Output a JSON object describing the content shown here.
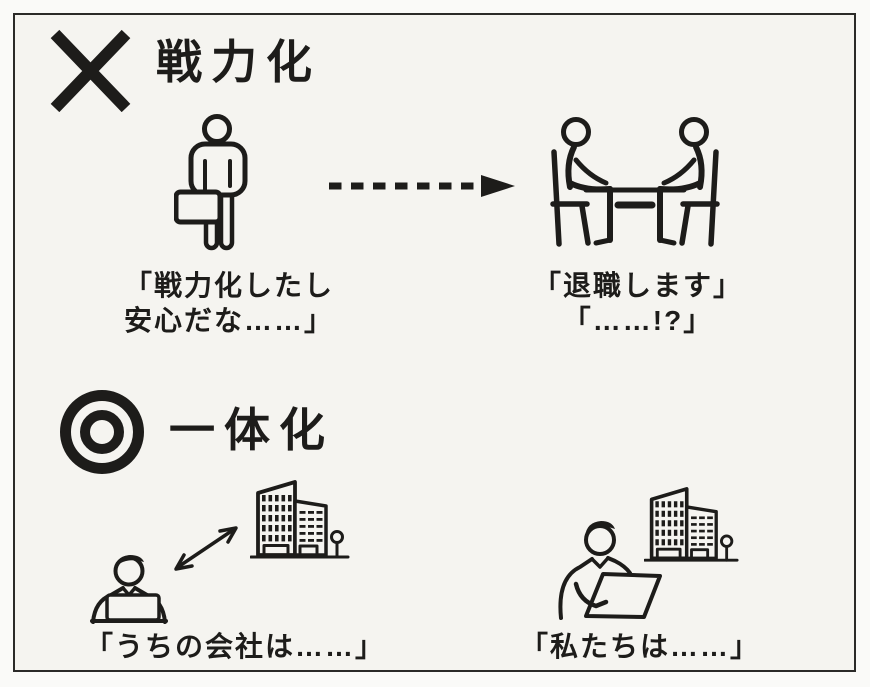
{
  "colors": {
    "paper": "#f5f4f0",
    "ink": "#1d1c1a",
    "frame_border": "#2b2a28",
    "page_background": "#fafaf8"
  },
  "icons": {
    "bad_mark": "x-mark-icon",
    "good_mark": "double-circle-icon",
    "new_employee": "businessman-briefcase-icon",
    "time_passes": "dashed-arrow-right-icon",
    "resignation_meeting": "two-people-at-table-icon",
    "employee_at_laptop": "person-at-laptop-icon",
    "company_building": "office-building-icon",
    "mutual_relation": "double-headed-arrow-icon"
  },
  "top_section": {
    "heading": "戦力化",
    "worker_caption_line1": "「戦力化したし",
    "worker_caption_line2": "安心だな……」",
    "meeting_caption_line1": "「退職します」",
    "meeting_caption_line2": "「……!?」"
  },
  "bottom_section": {
    "heading": "一体化",
    "employee_caption": "「うちの会社は……」",
    "team_caption": "「私たちは……」"
  }
}
